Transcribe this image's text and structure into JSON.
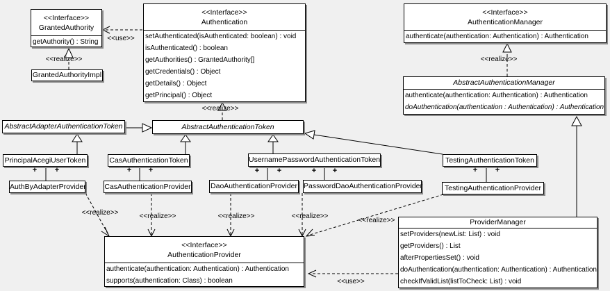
{
  "stereotypes": {
    "interface": "<<Interface>>",
    "realize": "<<realize>>",
    "use": "<<use>>",
    "plus": "+"
  },
  "colors": {
    "background": "#f0f0f0",
    "node_fill": "#ffffff",
    "node_border": "#000000",
    "shadow": "#8a8a8a",
    "text": "#000000"
  },
  "classes": {
    "granted_authority": {
      "stereotype": "<<Interface>>",
      "name": "GrantedAuthority",
      "methods": [
        "getAuthority() : String"
      ]
    },
    "granted_authority_impl": {
      "name": "GrantedAuthorityImpl"
    },
    "authentication": {
      "stereotype": "<<Interface>>",
      "name": "Authentication",
      "methods": [
        "setAuthenticated(isAuthenticated: boolean) : void",
        "isAuthenticated() : boolean",
        "getAuthorities() : GrantedAuthority[]",
        "getCredentials() : Object",
        "getDetails() : Object",
        "getPrincipal() : Object"
      ]
    },
    "authentication_manager": {
      "stereotype": "<<Interface>>",
      "name": "AuthenticationManager",
      "methods": [
        "authenticate(authentication: Authentication) : Authentication"
      ]
    },
    "abstract_authentication_manager": {
      "name": "AbstractAuthenticationManager",
      "methods": [
        "authenticate(authentication: Authentication) : Authentication",
        "doAuthentication(authentication : Authentication) : Authentication"
      ]
    },
    "abstract_adapter_authentication_token": {
      "name": "AbstractAdapterAuthenticationToken"
    },
    "abstract_authentication_token": {
      "name": "AbstractAuthenticationToken"
    },
    "principal_acegi_user_token": {
      "name": "PrincipalAcegiUserToken"
    },
    "cas_authentication_token": {
      "name": "CasAuthenticationToken"
    },
    "username_password_authentication_token": {
      "name": "UsernamePasswordAuthenticationToken"
    },
    "testing_authentication_token": {
      "name": "TestingAuthenticationToken"
    },
    "auth_by_adapter_provider": {
      "name": "AuthByAdapterProvider"
    },
    "cas_authentication_provider": {
      "name": "CasAuthenticationProvider"
    },
    "dao_authentication_provider": {
      "name": "DaoAuthenticationProvider"
    },
    "password_dao_authentication_provider": {
      "name": "PasswordDaoAuthenticationProvider"
    },
    "testing_authentication_provider": {
      "name": "TestingAuthenticationProvider"
    },
    "authentication_provider": {
      "stereotype": "<<Interface>>",
      "name": "AuthenticationProvider",
      "methods": [
        "authenticate(authentication: Authentication) : Authentication",
        "supports(authentication: Class) : boolean"
      ]
    },
    "provider_manager": {
      "name": "ProviderManager",
      "methods": [
        "setProviders(newList: List) : void",
        "getProviders() : List",
        "afterPropertiesSet() : void",
        "doAuthentication(authentication: Authentication) : Authentication",
        "checkIfValidList(listToCheck: List) : void"
      ]
    }
  }
}
